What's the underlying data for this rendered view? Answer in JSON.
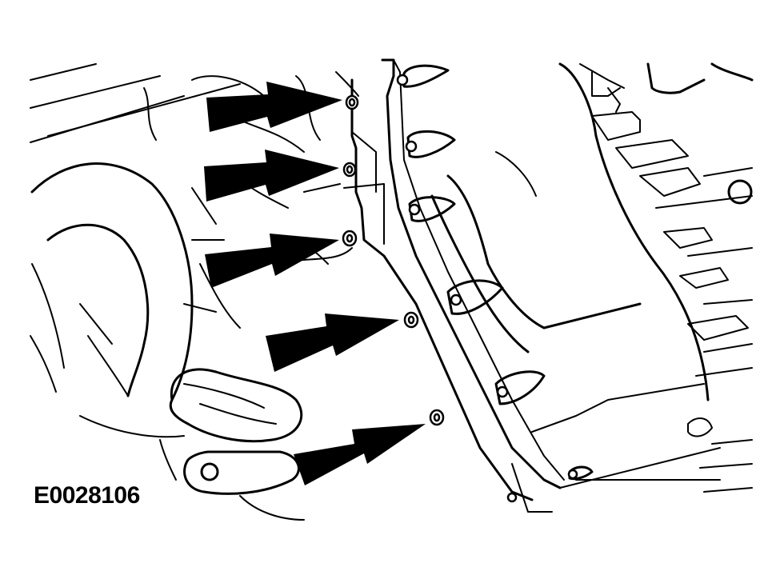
{
  "figure": {
    "label": "E0028106",
    "colors": {
      "line": "#000000",
      "background": "#ffffff"
    },
    "callouts": [
      {
        "name": "arrow-bolt-1",
        "target": "bolt-1"
      },
      {
        "name": "arrow-bolt-2",
        "target": "bolt-2"
      },
      {
        "name": "arrow-bolt-3",
        "target": "bolt-3"
      },
      {
        "name": "arrow-bolt-4",
        "target": "bolt-4"
      },
      {
        "name": "arrow-bolt-5",
        "target": "bolt-5"
      }
    ]
  }
}
